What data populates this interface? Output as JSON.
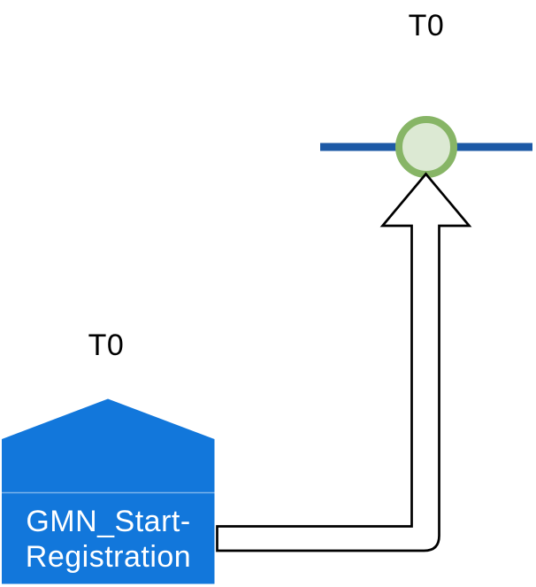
{
  "labels": {
    "timeline_time": "T0",
    "task_time": "T0"
  },
  "task": {
    "name_line1": "GMN_Start-",
    "name_line2": "Registration"
  },
  "colors": {
    "task_fill": "#1277DB",
    "task_text": "#FFFFFF",
    "task_divider": "rgba(255,255,255,0.45)",
    "timeline_line": "#1C59A6",
    "event_ring": "#87B566",
    "event_fill": "#DCE9D3",
    "arrow_stroke": "#000000",
    "arrow_fill": "#FFFFFF"
  }
}
